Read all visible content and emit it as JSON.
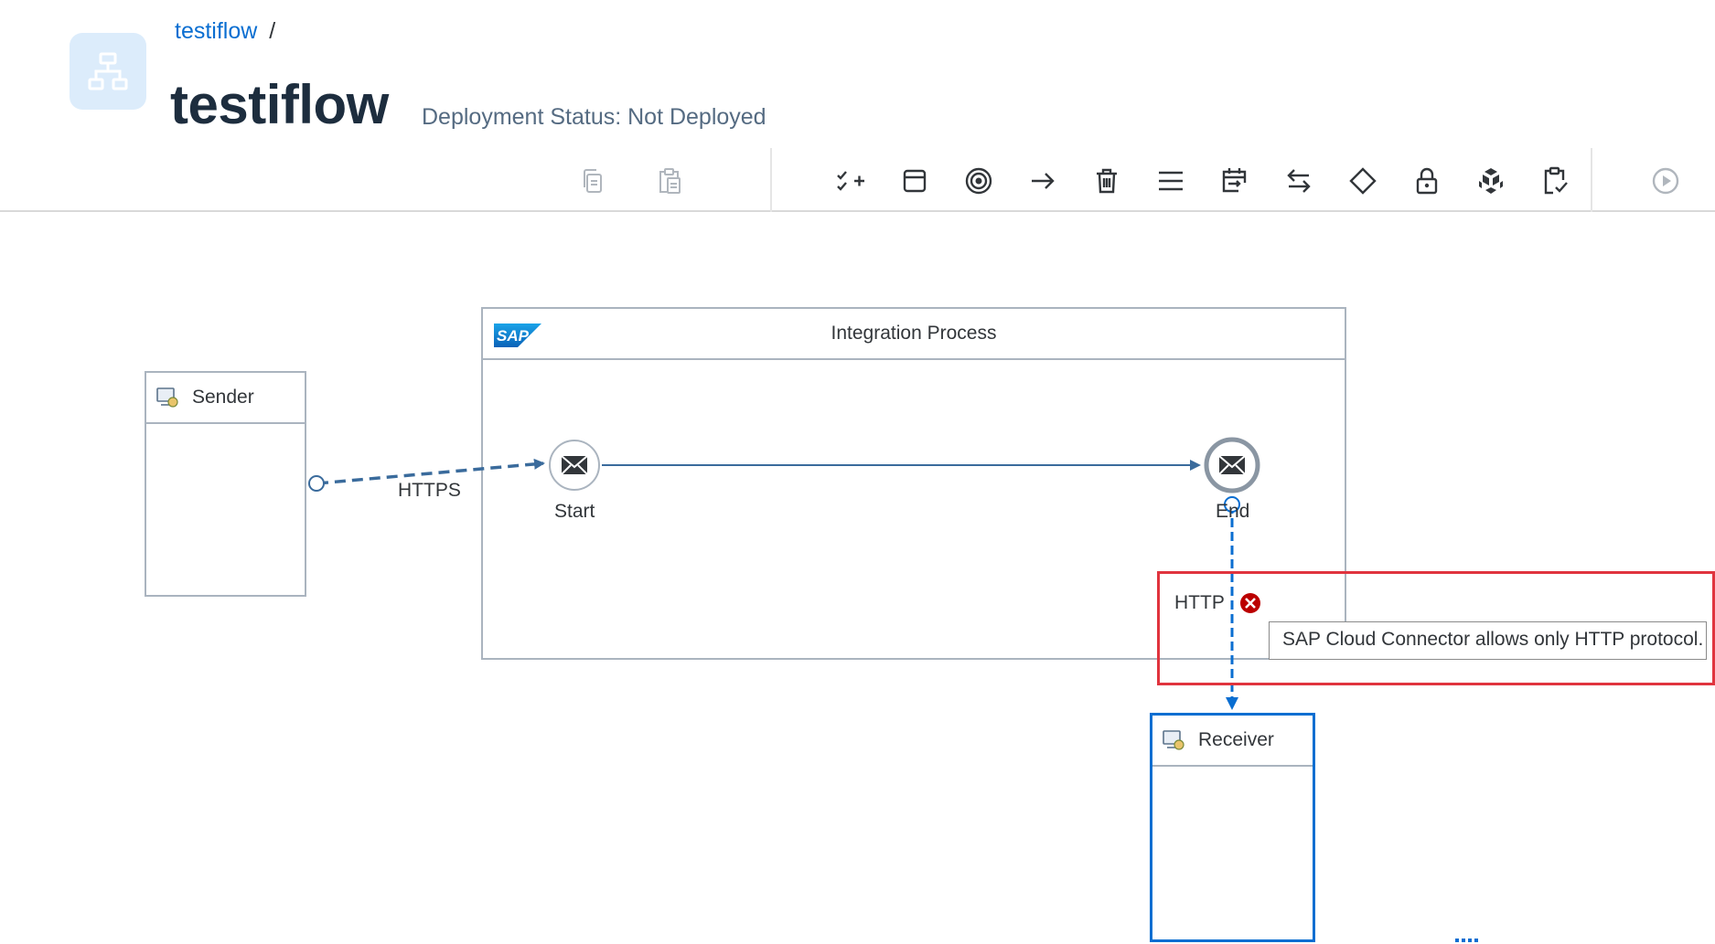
{
  "breadcrumb": {
    "link": "testiflow",
    "separator": "/"
  },
  "page_title": "testiflow",
  "deployment_status": "Deployment Status: Not Deployed",
  "toolbar": {
    "icons": [
      "copy-icon",
      "paste-icon",
      "check-add-icon",
      "window-icon",
      "target-icon",
      "arrow-right-icon",
      "delete-icon",
      "menu-icon",
      "calendar-icon",
      "swap-icon",
      "diamond-icon",
      "lock-icon",
      "cube-icon",
      "clipboard-check-icon",
      "play-icon"
    ]
  },
  "diagram": {
    "sender_label": "Sender",
    "receiver_label": "Receiver",
    "pool_title": "Integration Process",
    "sap_logo_text": "SAP",
    "start_label": "Start",
    "end_label": "End",
    "sender_channel": "HTTPS",
    "receiver_channel": "HTTP",
    "error_message": "SAP Cloud Connector allows only HTTP protocol."
  },
  "colors": {
    "accent": "#0a6ed1",
    "error": "#bb0000",
    "highlight_border": "#e0343e",
    "flow": "#3a6b9c"
  }
}
